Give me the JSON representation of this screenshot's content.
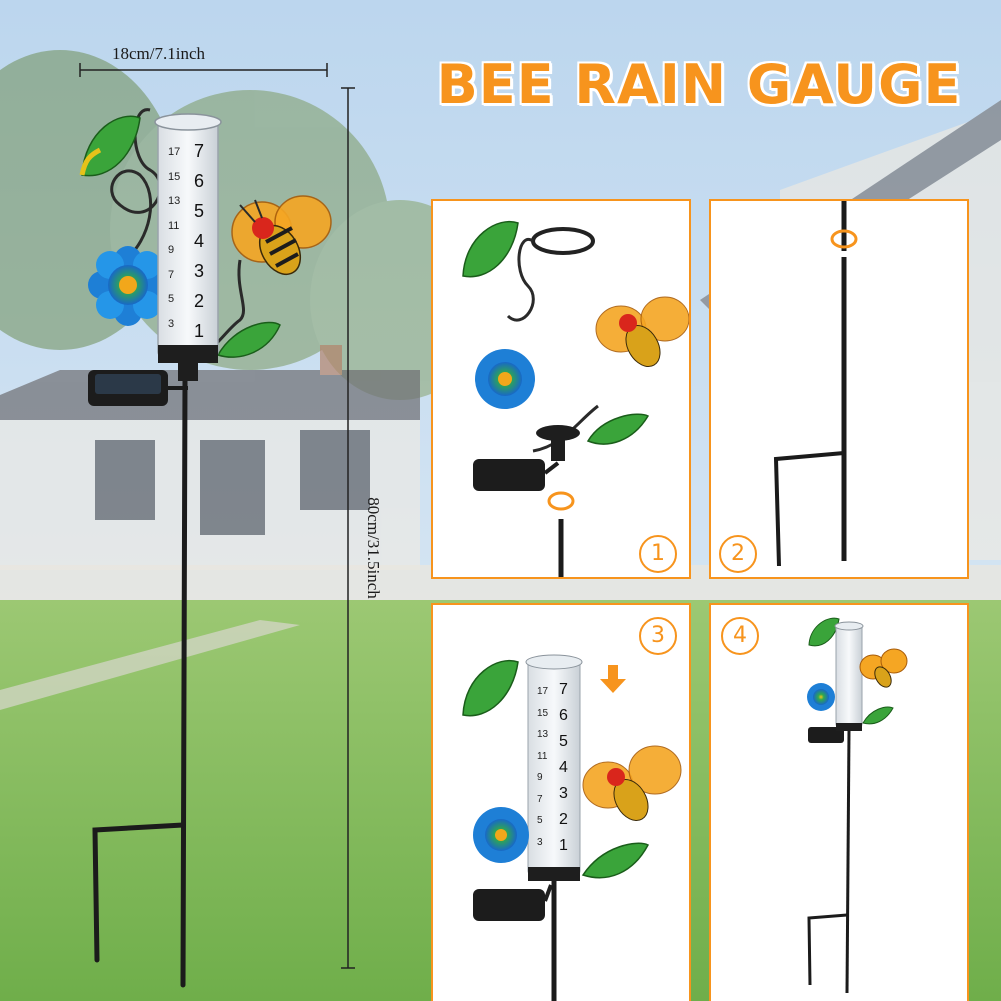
{
  "title": "BEE RAIN GAUGE",
  "dimensions": {
    "width_label": "18cm/7.1inch",
    "height_label": "80cm/31.5inch"
  },
  "gauge_scale": {
    "inch_marks": [
      "7",
      "6",
      "5",
      "4",
      "3",
      "2",
      "1"
    ],
    "cm_marks": [
      "17",
      "15",
      "13",
      "11",
      "9",
      "7",
      "5",
      "3"
    ]
  },
  "steps": [
    {
      "number": "1"
    },
    {
      "number": "2"
    },
    {
      "number": "3"
    },
    {
      "number": "4"
    }
  ],
  "colors": {
    "accent": "#f7941d",
    "stake": "#1b1b1b",
    "leaf": "#3aa43a",
    "flower": "#1e7fd6",
    "bee_wing": "#f5a623"
  }
}
